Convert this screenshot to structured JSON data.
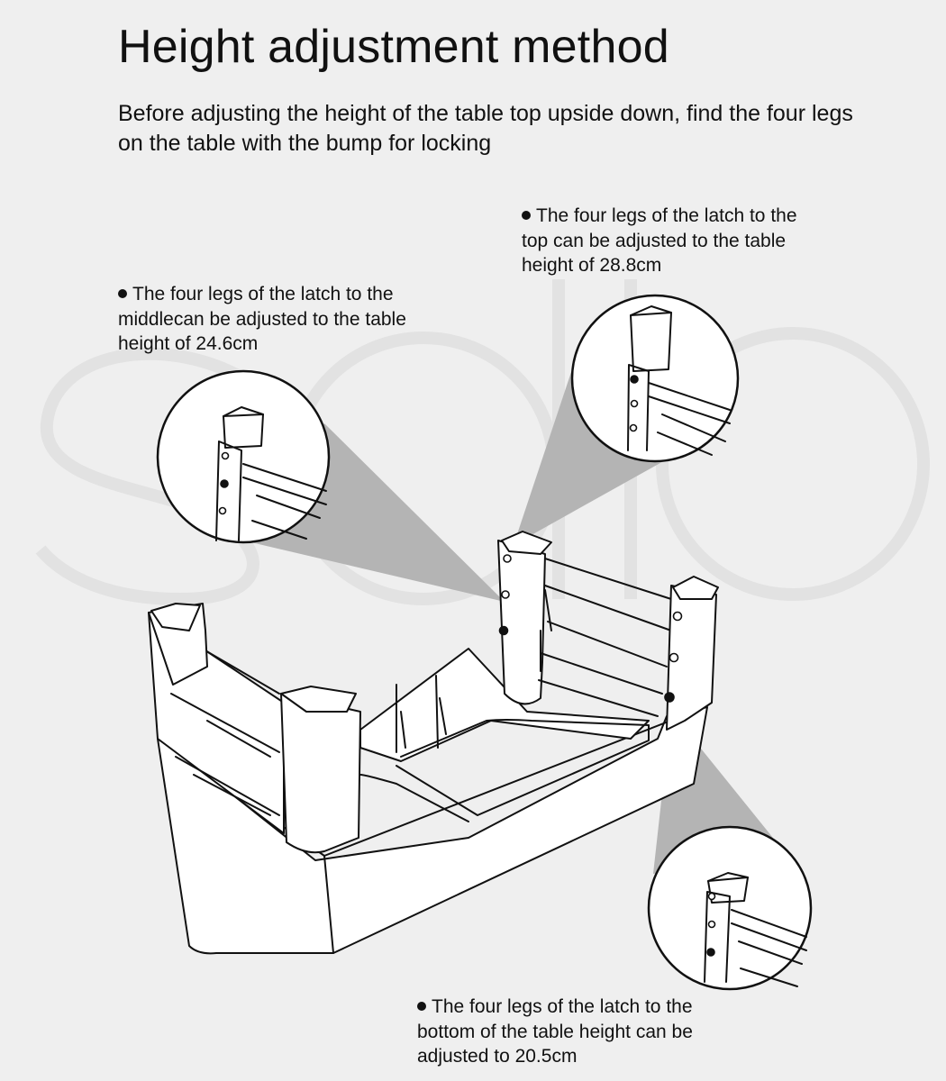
{
  "title": "Height adjustment method",
  "subtitle": "Before adjusting the height of the table top upside down, find the four legs on the table with the bump for locking",
  "notes": {
    "top": {
      "lines": [
        "The four legs of the latch to the",
        "top can be adjusted to the table",
        "height of 28.8cm"
      ],
      "height": "28.8cm"
    },
    "middle": {
      "lines": [
        "The four legs of the latch to the",
        "middlecan be adjusted to the table",
        "height of 24.6cm"
      ],
      "height": "24.6cm"
    },
    "bottom": {
      "lines": [
        "The four legs of the latch to the",
        "bottom of the table height can be",
        "adjusted to 20.5cm"
      ],
      "height": "20.5cm"
    }
  },
  "colors": {
    "background": "#efefef",
    "beam": "#b4b4b4",
    "line": "#111111",
    "watermark": "#e2e2e2"
  }
}
